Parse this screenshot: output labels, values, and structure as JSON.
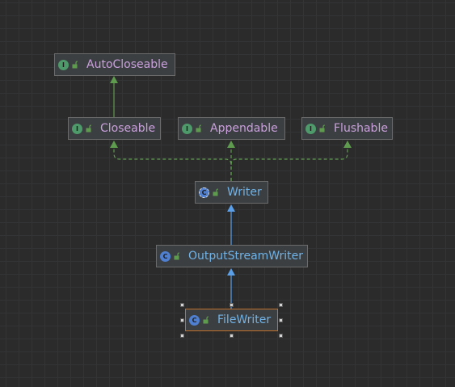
{
  "diagram": {
    "nodes": [
      {
        "id": "autocloseable",
        "label": "AutoCloseable",
        "kind": "interface",
        "badge": "I"
      },
      {
        "id": "closeable",
        "label": "Closeable",
        "kind": "interface",
        "badge": "I"
      },
      {
        "id": "appendable",
        "label": "Appendable",
        "kind": "interface",
        "badge": "I"
      },
      {
        "id": "flushable",
        "label": "Flushable",
        "kind": "interface",
        "badge": "I"
      },
      {
        "id": "writer",
        "label": "Writer",
        "kind": "abstract",
        "badge": "C"
      },
      {
        "id": "outputstreamwriter",
        "label": "OutputStreamWriter",
        "kind": "class",
        "badge": "C"
      },
      {
        "id": "filewriter",
        "label": "FileWriter",
        "kind": "class",
        "badge": "C",
        "selected": true
      }
    ],
    "edges": [
      {
        "from": "closeable",
        "to": "autocloseable",
        "relation": "extends"
      },
      {
        "from": "writer",
        "to": "closeable",
        "relation": "implements"
      },
      {
        "from": "writer",
        "to": "appendable",
        "relation": "implements"
      },
      {
        "from": "writer",
        "to": "flushable",
        "relation": "implements"
      },
      {
        "from": "outputstreamwriter",
        "to": "writer",
        "relation": "extends"
      },
      {
        "from": "filewriter",
        "to": "outputstreamwriter",
        "relation": "extends"
      }
    ],
    "colors": {
      "interface_text": "#c9a0dc",
      "class_text": "#6fb3e8",
      "interface_edge": "#5f9b4f",
      "class_edge": "#5a9fe8",
      "selection_border": "#c0702a"
    }
  }
}
